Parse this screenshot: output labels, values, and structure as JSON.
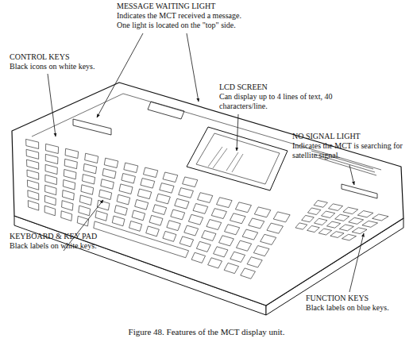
{
  "diagram": {
    "caption": "Figure 48. Features of the MCT display unit.",
    "labels": [
      "MESSAGE WAITING LIGHT",
      "Indicates the MCT received a message. One light is located on the \"top\" side.",
      "CONTROL KEYS",
      "Black icons on white keys.",
      "LCD SCREEN",
      "Can display up to 4 lines of text, 40 characters/line.",
      "NO SIGNAL LIGHT",
      "Indicates the MCT is searching for satellite signal.",
      "KEYBOARD & KEY PAD",
      "Black labels on white keys.",
      "FUNCTION KEYS",
      "Black labels on blue keys."
    ]
  }
}
